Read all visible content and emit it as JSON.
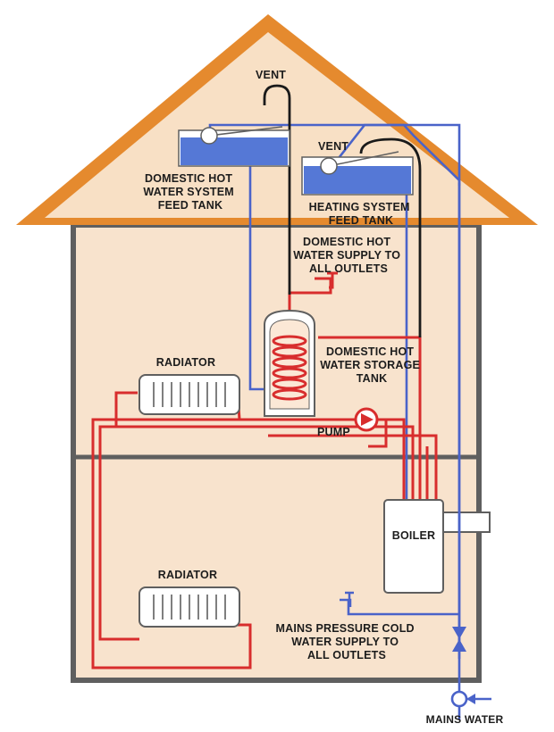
{
  "labels": {
    "vent_left": "VENT",
    "vent_right": "VENT",
    "dhw_feed_tank": [
      "DOMESTIC HOT",
      "WATER SYSTEM",
      "FEED TANK"
    ],
    "heating_feed_tank": [
      "HEATING SYSTEM",
      "FEED TANK"
    ],
    "dhw_supply": [
      "DOMESTIC HOT",
      "WATER SUPPLY TO",
      "ALL OUTLETS"
    ],
    "dhw_storage_tank": [
      "DOMESTIC HOT",
      "WATER STORAGE",
      "TANK"
    ],
    "radiator_upper": "RADIATOR",
    "radiator_lower": "RADIATOR",
    "pump": "PUMP",
    "boiler": "BOILER",
    "mains_cold_supply": [
      "MAINS PRESSURE COLD",
      "WATER SUPPLY TO",
      "ALL OUTLETS"
    ],
    "mains_water": "MAINS WATER"
  },
  "colors": {
    "roof": "#f2a54a",
    "roof_edge": "#e07b24",
    "attic": "#f8e1c8",
    "wall_fill": "#f8e3cd",
    "wall_stroke": "#5f5f5f",
    "hot_pipe": "#d82d2d",
    "cold_pipe": "#4a63c9",
    "vent_pipe": "#1a1a1a",
    "tank_water": "#5578d6"
  },
  "icons": [
    "vent-pipe",
    "feed-tank",
    "float-valve",
    "tap",
    "hot-water-cylinder",
    "coil",
    "radiator",
    "pump",
    "boiler",
    "valve"
  ]
}
